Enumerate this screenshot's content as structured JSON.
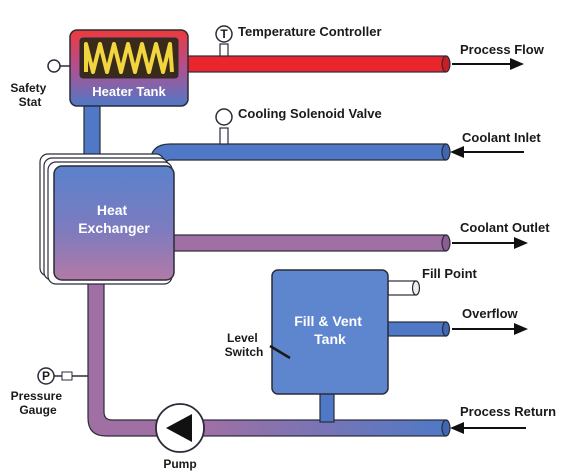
{
  "colors": {
    "hot": "#e8262b",
    "cold": "#4f79c6",
    "mixed": "#a070a4",
    "tank": "#5e86cf",
    "outline": "#2b2b3a",
    "coil": "#f2d640"
  },
  "components": {
    "heater_tank": "Heater Tank",
    "heat_exchanger_line1": "Heat",
    "heat_exchanger_line2": "Exchanger",
    "fill_vent_tank_line1": "Fill & Vent",
    "fill_vent_tank_line2": "Tank",
    "pump": "Pump"
  },
  "labels": {
    "temperature_controller": "Temperature Controller",
    "temperature_symbol": "T",
    "cooling_solenoid_valve": "Cooling Solenoid Valve",
    "safety_stat_line1": "Safety",
    "safety_stat_line2": "Stat",
    "level_switch_line1": "Level",
    "level_switch_line2": "Switch",
    "fill_point": "Fill Point",
    "pressure_gauge_line1": "Pressure",
    "pressure_gauge_line2": "Gauge",
    "pressure_symbol": "P"
  },
  "flows": {
    "process_flow": "Process Flow",
    "coolant_inlet": "Coolant Inlet",
    "coolant_outlet": "Coolant Outlet",
    "overflow": "Overflow",
    "process_return": "Process Return"
  }
}
